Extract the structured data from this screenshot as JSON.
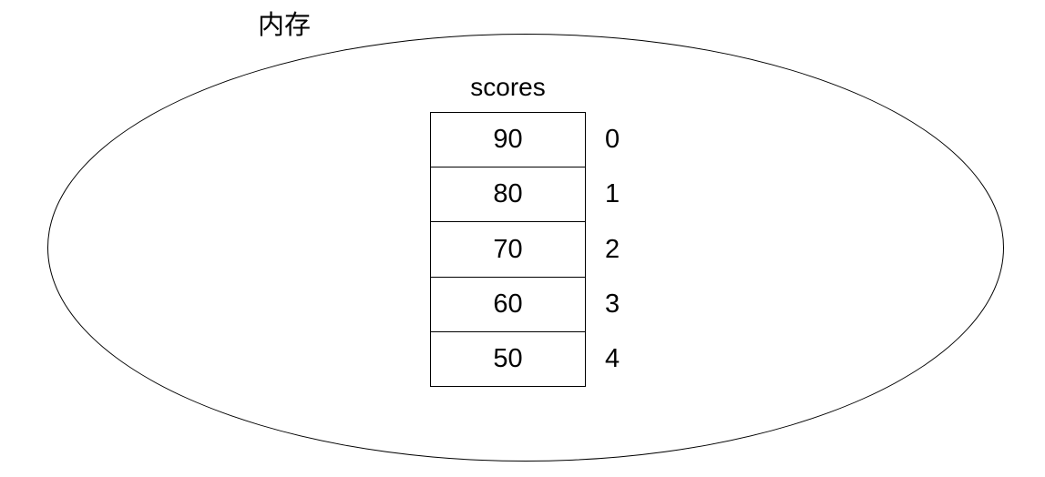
{
  "diagram": {
    "title": "内存",
    "array": {
      "name": "scores",
      "cells": [
        {
          "value": "90",
          "index": "0"
        },
        {
          "value": "80",
          "index": "1"
        },
        {
          "value": "70",
          "index": "2"
        },
        {
          "value": "60",
          "index": "3"
        },
        {
          "value": "50",
          "index": "4"
        }
      ]
    },
    "colors": {
      "background": "#ffffff",
      "line": "#000000",
      "text": "#000000"
    }
  }
}
